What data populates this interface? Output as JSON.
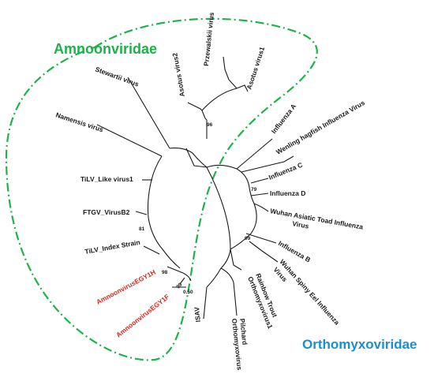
{
  "colors": {
    "amnoon": "#1bb248",
    "orthomyxo": "#1a8fd0",
    "highlight": "#e3261c",
    "branch": "#1a1a1a"
  },
  "families": {
    "amnoonviridae": "Amnoonviridae",
    "orthomyxoviridae": "Orthomyxoviridae"
  },
  "taxa": {
    "przewalskii": "Przewalskii virus",
    "asotus1": "Asotus virus1",
    "asotus2": "Asotus virus2",
    "stewartii": "Stewartii virus",
    "namensis": "Namensis virus",
    "tilv_like": "TiLV_Like virus1",
    "ftgv": "FTGV_VirusB2",
    "tilv_index": "TiLV_Index Strain",
    "egy1h": "AmnoonvirusEGY1H",
    "egy1f": "AmnoonvirusEGY1F",
    "influenza_a": "Influenza A",
    "wenling": "Wenling hagfish Influenza Virus",
    "influenza_c": "Influenza C",
    "influenza_d": "Influenza D",
    "wuhan_toad_1": "Wuhan Asiatic Toad Influenza",
    "wuhan_toad_2": "Virus",
    "influenza_b": "Influenza B",
    "wuhan_eel_1": "Wuhan Spiny Eel Influenza",
    "wuhan_eel_2": "Virus",
    "rainbow_1": "Rainbow Trout",
    "rainbow_2": "Orthomyxovirus1",
    "pilchard_1": "Pilchard",
    "pilchard_2": "Orthomyxovirus",
    "isav": "ISAV"
  },
  "bootstrap": {
    "b96": "96",
    "b79": "79",
    "b81": "81",
    "b98": "98",
    "b99": "99",
    "b99b": "99"
  },
  "scale_label": "0.50"
}
